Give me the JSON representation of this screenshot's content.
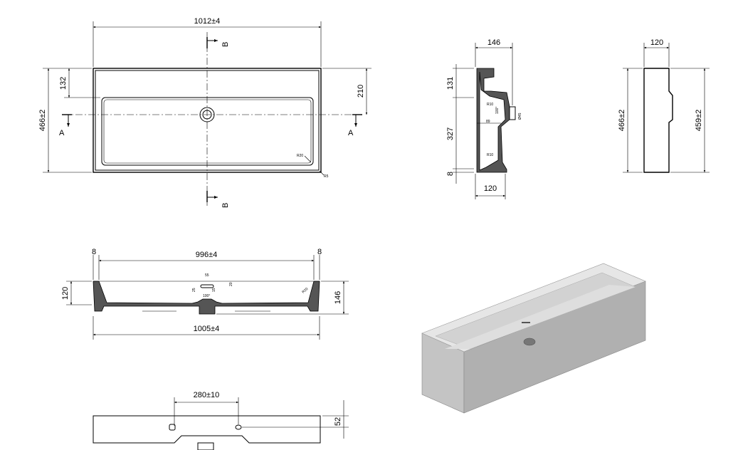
{
  "plan_view": {
    "width": "1012±4",
    "depth": "466±2",
    "back_to_basin": "132",
    "back_to_drain": "210",
    "basin_radius": "R20",
    "outer_radius": "R5",
    "section_a": "A",
    "section_b": "B"
  },
  "section_a_a": {
    "top_width": "146",
    "bottom_width": "120",
    "upper_height": "131",
    "lower_height": "327",
    "base_thickness": "8",
    "radius_upper": "R10",
    "radius_lower": "R10",
    "drain_angle": "100°",
    "drain_diameter": "Ø45",
    "inner_depth": "89"
  },
  "side_view": {
    "width": "120",
    "height_left": "466±2",
    "height_right": "459±2"
  },
  "section_b_b": {
    "inner_length": "996±4",
    "left_wall": "8",
    "right_wall": "8",
    "left_height": "120",
    "right_height": "146",
    "bottom_length": "1005±4",
    "overflow_width": "55",
    "overflow_height": "25",
    "overflow_slot": "15",
    "overflow_offset": "20",
    "drain_angle": "100°",
    "corner_radius": "R20"
  },
  "bottom_view": {
    "hole_spacing": "280±10",
    "hole_offset": "52"
  }
}
